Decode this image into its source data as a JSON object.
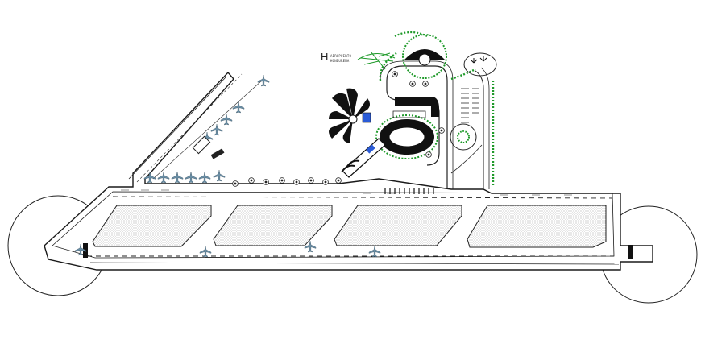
{
  "sign": {
    "letter": "H",
    "line1": "AEROPUERTO",
    "line2": "HONDUREÑA"
  },
  "colors": {
    "line": "#1a1a1a",
    "vegetation": "#1f9a2a",
    "accent_blue": "#2a5bd7",
    "aircraft": "#6a8fa6",
    "stipple": "#9a9a9a"
  },
  "icons": [
    "aircraft-icon",
    "tree-icon",
    "palm-tree-icon",
    "airplane-logo-icon"
  ]
}
